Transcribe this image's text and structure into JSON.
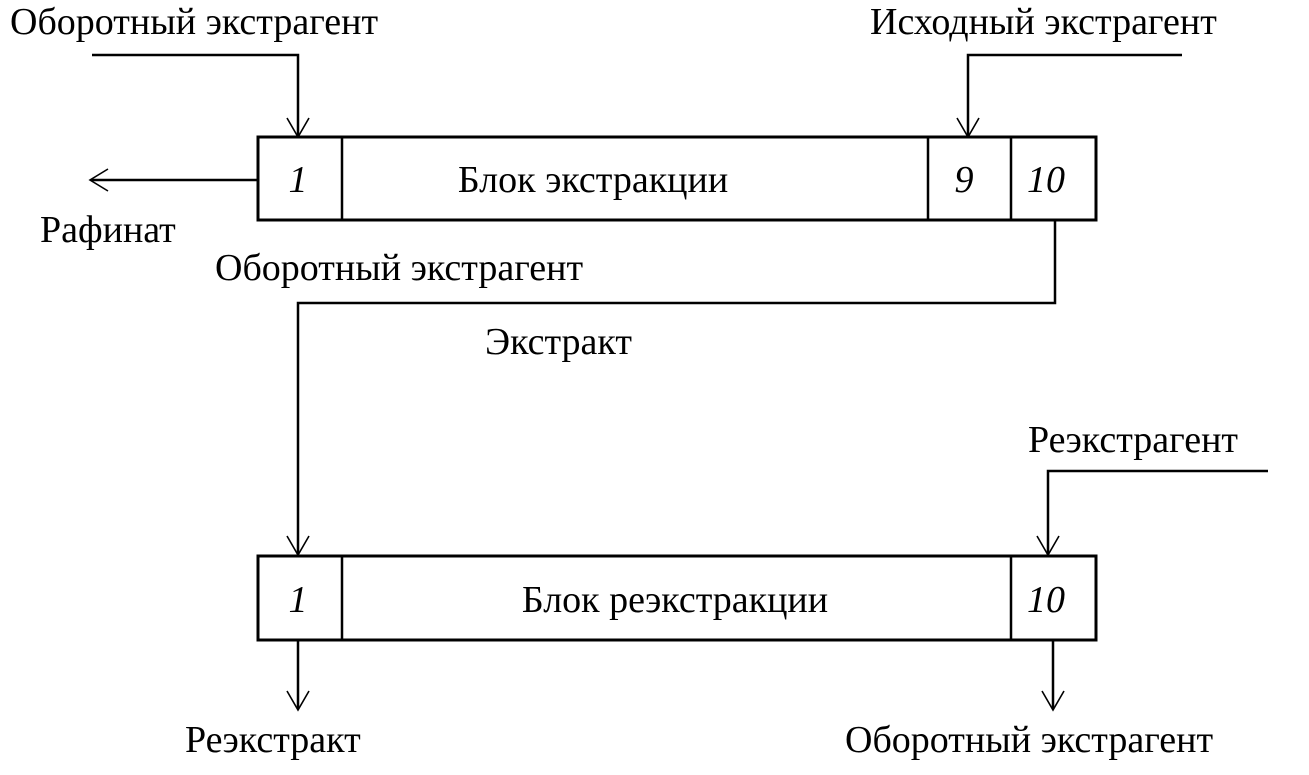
{
  "labels": {
    "top_left_input": "Оборотный экстрагент",
    "top_right_input": "Исходный экстрагент",
    "raffinate": "Рафинат",
    "recycled_extractant_mid": "Оборотный экстрагент",
    "extract": "Экстракт",
    "reextractant": "Реэкстрагент",
    "reextract": "Реэкстракт",
    "recycled_extractant_out": "Оборотный экстрагент"
  },
  "extraction_block": {
    "title": "Блок экстракции",
    "cell_first": "1",
    "cell_9": "9",
    "cell_last": "10"
  },
  "reextraction_block": {
    "title": "Блок реэкстракции",
    "cell_first": "1",
    "cell_last": "10"
  }
}
